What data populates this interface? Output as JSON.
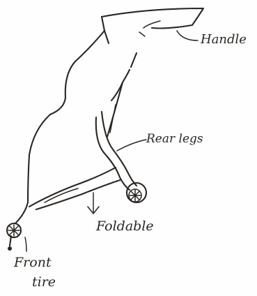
{
  "labels": {
    "handle": "Handle",
    "rear_legs": "Rear legs",
    "foldable": "Foldable",
    "front_tire_line1": "Front",
    "front_tire_line2": "tire"
  },
  "colors": {
    "ink": "#2a2622",
    "paper": "#fefefe"
  }
}
